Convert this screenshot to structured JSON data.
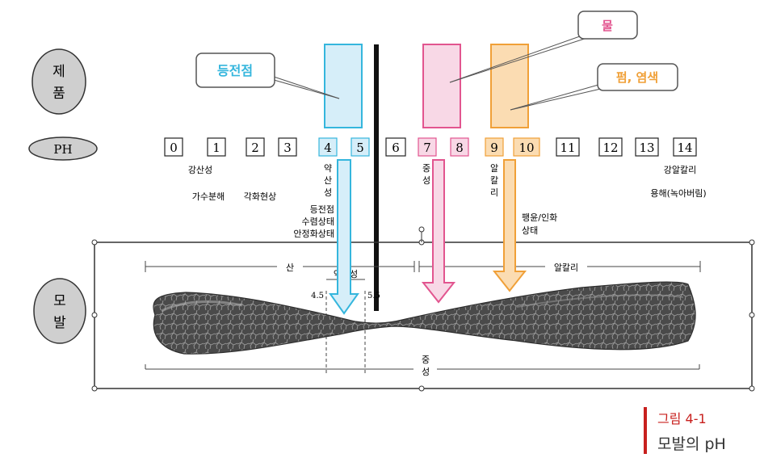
{
  "labels": {
    "product": [
      "제",
      "품"
    ],
    "ph": "PH",
    "hair": [
      "모",
      "발"
    ]
  },
  "ph_scale": [
    "0",
    "1",
    "2",
    "3",
    "4",
    "5",
    "6",
    "7",
    "8",
    "9",
    "10",
    "11",
    "12",
    "13",
    "14"
  ],
  "callouts": {
    "isoelectric": "등전점",
    "water": "물",
    "perm_dye": "펌, 염색"
  },
  "annotations": {
    "strong_acid": "강산성",
    "hydrolysis": "가수분해",
    "keratinization": "각화현상",
    "weak_acid_vertical": [
      "약",
      "산",
      "성"
    ],
    "isoelectric_state": [
      "등전점",
      "수렴상태",
      "안정화상태"
    ],
    "neutral_vertical": [
      "중",
      "성"
    ],
    "alkali_vertical": [
      "알",
      "칼",
      "리"
    ],
    "swelling_state": [
      "팽윤/인화",
      "상태"
    ],
    "strong_alkali": "강알칼리",
    "dissolution": "용해(녹아버림)",
    "acid_range": "산",
    "alkali_range": "알칼리",
    "weak_acid": "약산성",
    "tick_low": "4.5",
    "tick_high": "5.5",
    "neutral_bottom": [
      "중",
      "성"
    ]
  },
  "caption": {
    "figure": "그림 4-1",
    "title": "모발의 pH"
  },
  "colors": {
    "isoelectric": "#35b6dd",
    "water": "#e2558f",
    "perm_dye": "#f0a038",
    "caption_accent": "#c8201e"
  }
}
